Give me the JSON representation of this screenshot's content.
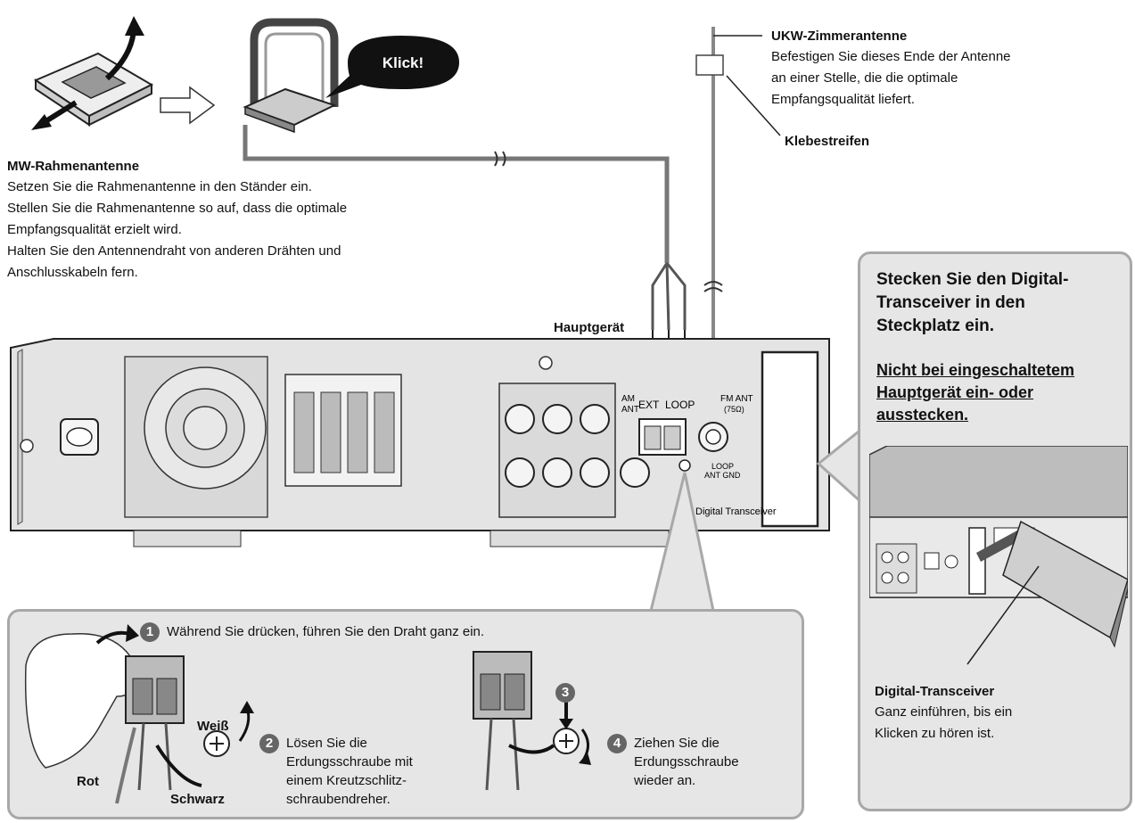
{
  "mw": {
    "bubble": "Klick!",
    "title": "MW-Rahmenantenne",
    "lines": [
      "Setzen Sie die Rahmenantenne in den Ständer ein.",
      "Stellen Sie die Rahmenantenne so auf, dass die optimale",
      "Empfangsqualität erzielt wird.",
      "Halten Sie den Antennendraht von anderen Drähten und",
      "Anschlusskabeln fern."
    ]
  },
  "ukw": {
    "title": "UKW-Zimmerantenne",
    "lines": [
      "Befestigen Sie dieses Ende der Antenne",
      "an einer Stelle, die die optimale",
      "Empfangsqualität liefert."
    ],
    "tape_label": "Klebestreifen"
  },
  "main_unit": {
    "label": "Hauptgerät",
    "am_ant": "AM",
    "ant": "ANT",
    "ext": "EXT",
    "loop": "LOOP",
    "fm_ant": "FM ANT",
    "fm_ohm": "(75Ω)",
    "loop_gnd_1": "LOOP",
    "loop_gnd_2": "ANT GND",
    "digital_label": "Digital Transceiver"
  },
  "transceiver_panel": {
    "heading_lines": [
      "Stecken Sie den Digital-",
      "Transceiver in den",
      "Steckplatz ein."
    ],
    "warning_lines": [
      "Nicht bei eingeschaltetem",
      "Hauptgerät ein- oder",
      "ausstecken."
    ],
    "caption_title": "Digital-Transceiver",
    "caption_lines": [
      "Ganz einführen, bis ein",
      "Klicken zu hören ist."
    ]
  },
  "steps": {
    "s1": {
      "num": "1",
      "text": "Während Sie drücken, führen Sie den Draht ganz ein."
    },
    "s2": {
      "num": "2",
      "lines": [
        "Lösen Sie die",
        "Erdungsschraube mit",
        "einem Kreutzschlitz-",
        "schraubendreher."
      ]
    },
    "s3": {
      "num": "3"
    },
    "s4": {
      "num": "4",
      "lines": [
        "Ziehen Sie die",
        "Erdungsschraube",
        "wieder an."
      ]
    },
    "wire_labels": {
      "white": "Weiß",
      "red": "Rot",
      "black": "Schwarz"
    }
  }
}
